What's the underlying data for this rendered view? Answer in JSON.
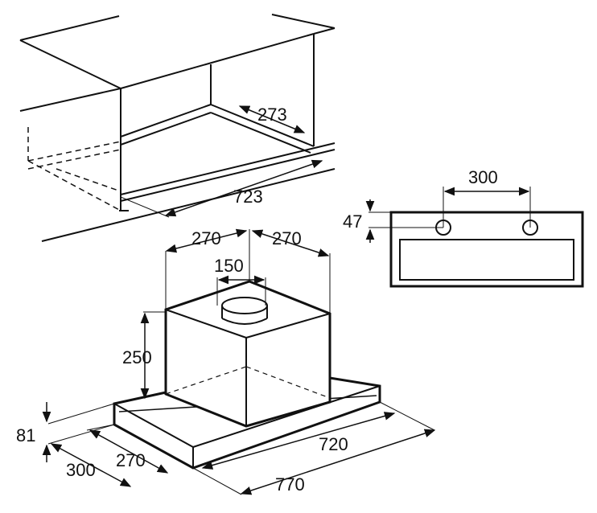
{
  "labels": {
    "cabinet_depth": "273",
    "cabinet_width": "723",
    "hole_spacing": "300",
    "hole_offset": "47",
    "hood_left_half": "270",
    "hood_right_half": "270",
    "duct_diameter": "150",
    "hood_height": "250",
    "hood_thickness": "81",
    "hood_depth_total": "300",
    "hood_depth_inner": "270",
    "hood_width_inner": "720",
    "hood_width_total": "770"
  },
  "colors": {
    "line": "#111111",
    "panel_fill": "#ffffff"
  }
}
